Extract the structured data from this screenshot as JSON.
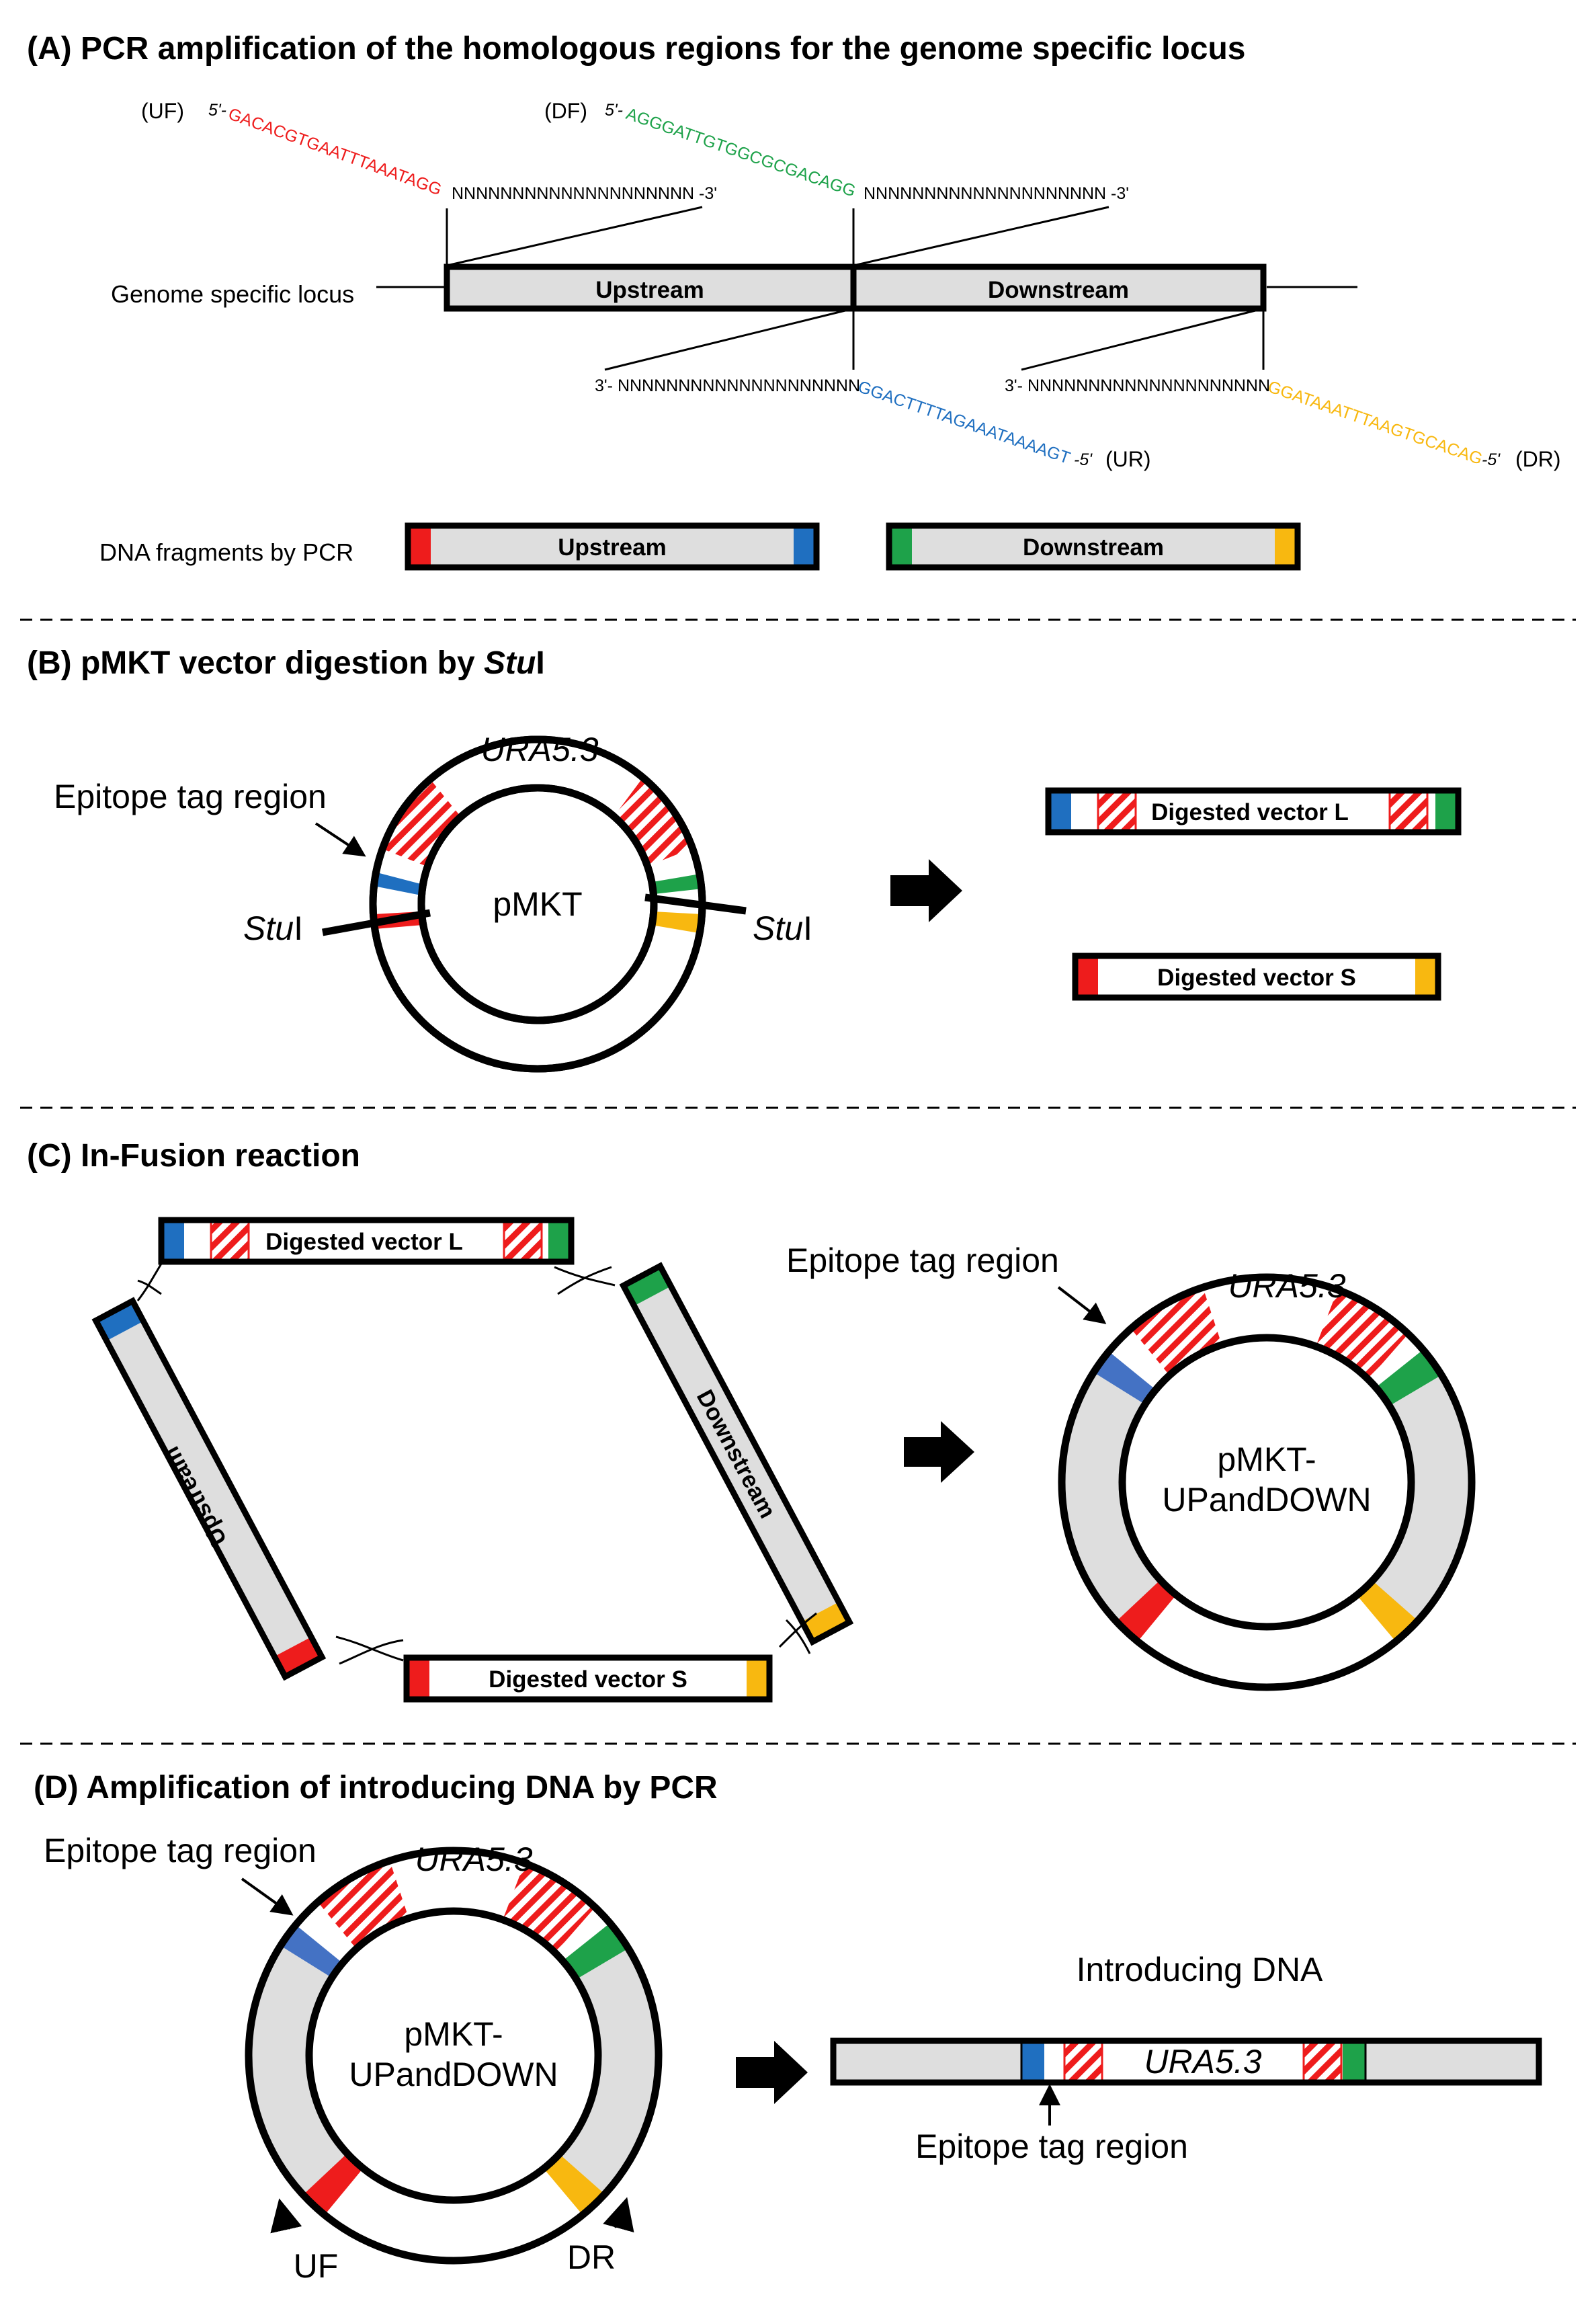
{
  "colors": {
    "red": "#ee1c1c",
    "blue": "#1f6fc0",
    "green": "#1ea24a",
    "yellow": "#f8b810",
    "gray": "#dedede",
    "hatch": "#ee1c1c",
    "cblue": "#4472c4"
  },
  "panelA": {
    "title": "(A) PCR amplification of the homologous regions for the genome specific locus",
    "uf_tag": "(UF)",
    "uf_5p": "5'-",
    "uf_seq": "GACACGTGAATTTAAATAGG",
    "uf_n": "NNNNNNNNNNNNNNNNNNNN -3'",
    "df_tag": "(DF)",
    "df_5p": "5'-",
    "df_seq": "AGGGATTGTGGCGCGACAGG",
    "df_n": "NNNNNNNNNNNNNNNNNNNN -3'",
    "locus_label": "Genome specific locus",
    "upstream": "Upstream",
    "downstream": "Downstream",
    "ur_3p": "3'- NNNNNNNNNNNNNNNNNNNN",
    "ur_seq": "GGACTTTTAGAAATAAAAGT",
    "ur_5p": "-5'",
    "ur_tag": "(UR)",
    "dr_3p": "3'- NNNNNNNNNNNNNNNNNNNN",
    "dr_seq": "GGATAAATTTAAGTGCACAG",
    "dr_5p": "-5'",
    "dr_tag": "(DR)",
    "fragments_label": "DNA fragments by PCR",
    "frag_up": "Upstream",
    "frag_down": "Downstream"
  },
  "panelB": {
    "title_pre": "(B) pMKT vector digestion by ",
    "title_it": "Stu",
    "title_post": "I",
    "epitope": "Epitope tag region",
    "ura": "URA5.3",
    "plasmid": "pMKT",
    "stu_it": "Stu",
    "stu_post": "I",
    "vecL": "Digested vector L",
    "vecS": "Digested vector S"
  },
  "panelC": {
    "title": "(C) In-Fusion reaction",
    "vecL": "Digested vector L",
    "vecS": "Digested vector S",
    "upstream": "Upstream",
    "downstream": "Downstream",
    "epitope": "Epitope tag region",
    "ura": "URA5.3",
    "plasmid_l1": "pMKT-",
    "plasmid_l2": "UPandDOWN"
  },
  "panelD": {
    "title": "(D) Amplification of introducing DNA by PCR",
    "epitope": "Epitope tag region",
    "ura": "URA5.3",
    "plasmid_l1": "pMKT-",
    "plasmid_l2": "UPandDOWN",
    "uf": "UF",
    "dr": "DR",
    "introducing": "Introducing DNA",
    "ura_linear": "URA5.3",
    "epitope_bottom": "Epitope tag region"
  }
}
